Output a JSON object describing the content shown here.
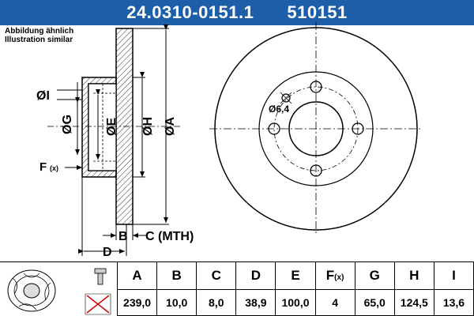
{
  "header": {
    "part_number": "24.0310-0151.1",
    "alt_number": "510151",
    "background_color": "#1d5ea8"
  },
  "note": {
    "line1": "Abbildung ähnlich",
    "line2": "Illustration similar"
  },
  "diagram": {
    "label_I": "ØI",
    "label_G": "ØG",
    "label_E": "ØE",
    "label_H": "ØH",
    "label_A": "ØA",
    "label_F": "F",
    "label_F_sub": "(x)",
    "label_B": "B",
    "label_C": "C (MTH)",
    "label_D": "D",
    "bolt_hole_label": "Ø6,4"
  },
  "specs": {
    "headers": [
      "A",
      "B",
      "C",
      "D",
      "E",
      "F",
      "G",
      "H",
      "I"
    ],
    "f_subscript": "(x)",
    "values": [
      "239,0",
      "10,0",
      "8,0",
      "38,9",
      "100,0",
      "4",
      "65,0",
      "124,5",
      "13,6"
    ]
  }
}
